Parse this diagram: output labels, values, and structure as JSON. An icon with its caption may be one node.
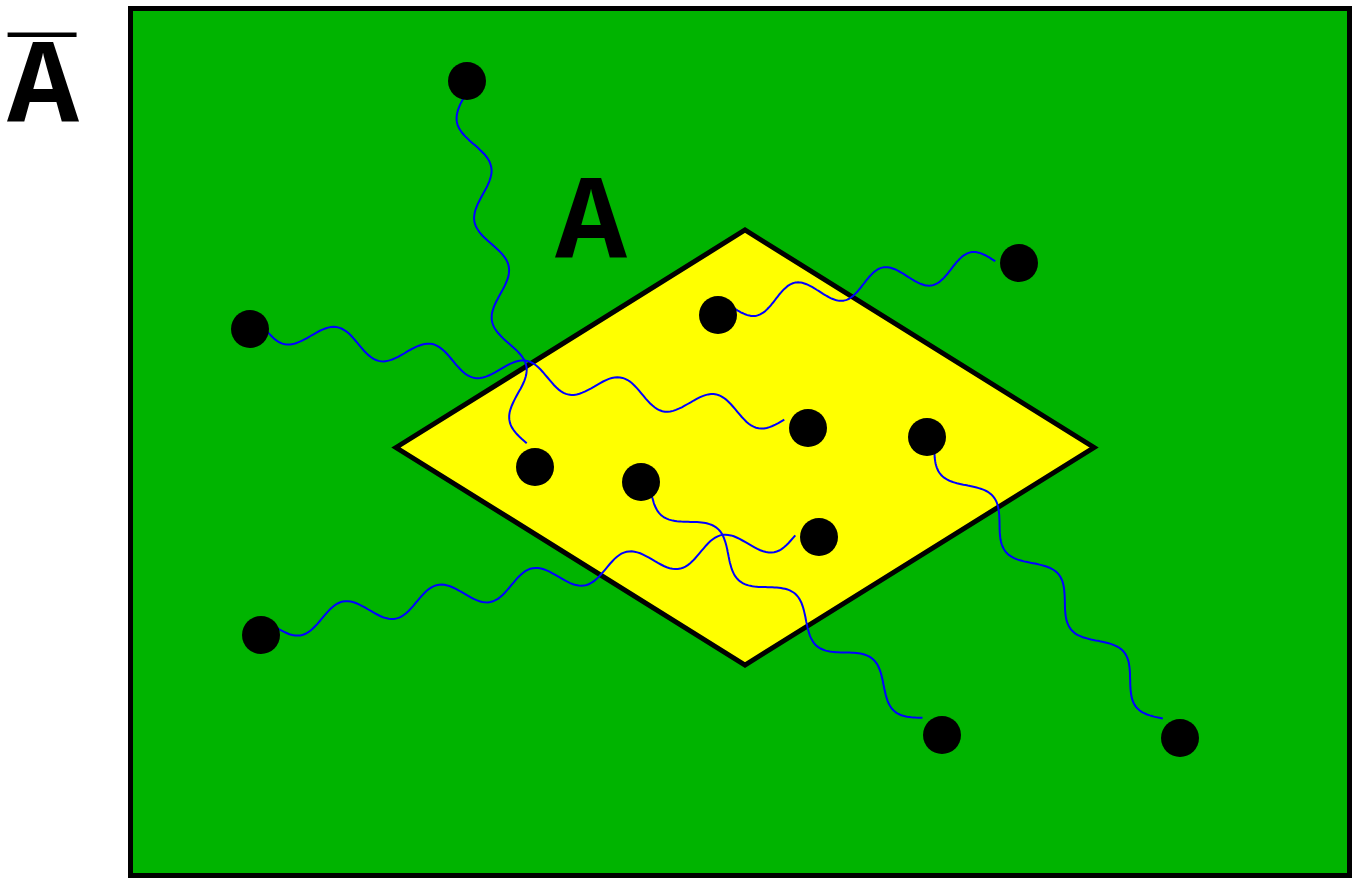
{
  "diagram": {
    "nodes": [
      {
        "text": [
          "A̅"
        ]
      },
      {
        "text": [
          "A"
        ],
        "in": 0
      },
      {
        "text": [],
        "shape": "circle",
        "in": 0
      },
      {
        "text": [],
        "shape": "circle",
        "in": 0
      },
      {
        "text": [],
        "shape": "circle",
        "in": 1
      },
      {
        "text": [],
        "shape": "circle",
        "in": 0
      },
      {
        "text": [],
        "shape": "circle",
        "in": 1
      },
      {
        "text": [],
        "shape": "circle",
        "in": 1
      },
      {
        "text": [],
        "shape": "circle",
        "in": 1
      },
      {
        "text": [],
        "shape": "circle",
        "in": 1
      },
      {
        "text": [],
        "shape": "circle",
        "in": 1
      },
      {
        "text": [],
        "shape": "circle",
        "in": 0
      },
      {
        "text": [],
        "shape": "circle",
        "in": 0
      },
      {
        "text": [],
        "shape": "circle",
        "in": 0
      }
    ],
    "edges": [
      {
        "from": 2,
        "to": 8,
        "arrow": "none"
      },
      {
        "from": 4,
        "to": 3,
        "arrow": "none"
      },
      {
        "from": 5,
        "to": 6,
        "arrow": "none"
      },
      {
        "from": 7,
        "to": 13,
        "arrow": "none"
      },
      {
        "from": 9,
        "to": 12,
        "arrow": "none"
      },
      {
        "from": 11,
        "to": 10,
        "arrow": "none"
      }
    ]
  }
}
